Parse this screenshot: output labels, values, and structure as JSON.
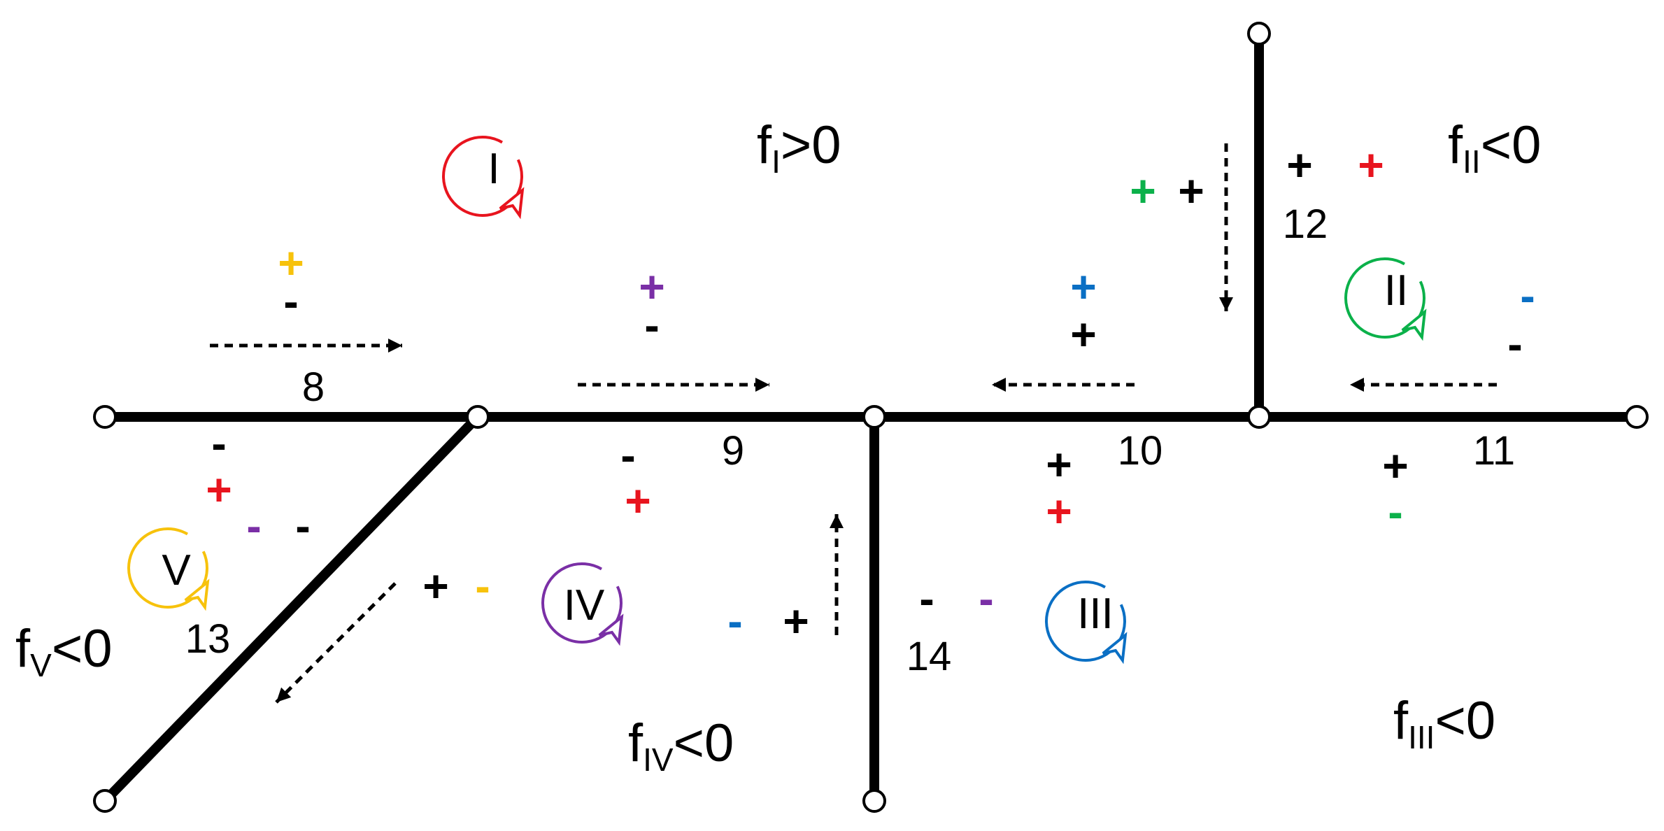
{
  "colors": {
    "black": "#000000",
    "red": "#e8141e",
    "green": "#0bb14a",
    "blue": "#0a6fc4",
    "purple": "#7a2fa6",
    "yellow": "#f7c20c"
  },
  "loops": [
    {
      "id": "I",
      "label": "I",
      "color": "red"
    },
    {
      "id": "II",
      "label": "II",
      "color": "green"
    },
    {
      "id": "III",
      "label": "III",
      "color": "blue"
    },
    {
      "id": "IV",
      "label": "IV",
      "color": "purple"
    },
    {
      "id": "V",
      "label": "V",
      "color": "yellow"
    }
  ],
  "regions": [
    {
      "id": "I",
      "f": "f",
      "sub": "I",
      "rel": ">0"
    },
    {
      "id": "II",
      "f": "f",
      "sub": "II",
      "rel": "<0"
    },
    {
      "id": "III",
      "f": "f",
      "sub": "III",
      "rel": "<0"
    },
    {
      "id": "IV",
      "f": "f",
      "sub": "IV",
      "rel": "<0"
    },
    {
      "id": "V",
      "f": "f",
      "sub": "V",
      "rel": "<0"
    }
  ],
  "edges": [
    {
      "id": "8",
      "label": "8"
    },
    {
      "id": "9",
      "label": "9"
    },
    {
      "id": "10",
      "label": "10"
    },
    {
      "id": "11",
      "label": "11"
    },
    {
      "id": "12",
      "label": "12"
    },
    {
      "id": "13",
      "label": "13"
    },
    {
      "id": "14",
      "label": "14"
    }
  ],
  "signs": [
    {
      "edge": "8",
      "text": "+",
      "color": "yellow"
    },
    {
      "edge": "8",
      "text": "-",
      "color": "black"
    },
    {
      "edge": "8",
      "text": "-",
      "color": "black"
    },
    {
      "edge": "8",
      "text": "+",
      "color": "red"
    },
    {
      "edge": "9",
      "text": "+",
      "color": "purple"
    },
    {
      "edge": "9",
      "text": "-",
      "color": "black"
    },
    {
      "edge": "9",
      "text": "-",
      "color": "black"
    },
    {
      "edge": "9",
      "text": "+",
      "color": "red"
    },
    {
      "edge": "10",
      "text": "+",
      "color": "blue"
    },
    {
      "edge": "10",
      "text": "+",
      "color": "black"
    },
    {
      "edge": "10",
      "text": "+",
      "color": "black"
    },
    {
      "edge": "10",
      "text": "+",
      "color": "red"
    },
    {
      "edge": "12",
      "text": "+",
      "color": "green"
    },
    {
      "edge": "12",
      "text": "+",
      "color": "black"
    },
    {
      "edge": "12",
      "text": "+",
      "color": "black"
    },
    {
      "edge": "12",
      "text": "+",
      "color": "red"
    },
    {
      "edge": "11",
      "text": "-",
      "color": "blue"
    },
    {
      "edge": "11",
      "text": "-",
      "color": "black"
    },
    {
      "edge": "11",
      "text": "+",
      "color": "black"
    },
    {
      "edge": "11",
      "text": "-",
      "color": "green"
    },
    {
      "edge": "13",
      "text": "-",
      "color": "purple"
    },
    {
      "edge": "13",
      "text": "-",
      "color": "black"
    },
    {
      "edge": "13",
      "text": "+",
      "color": "black"
    },
    {
      "edge": "13",
      "text": "-",
      "color": "yellow"
    },
    {
      "edge": "14",
      "text": "-",
      "color": "blue"
    },
    {
      "edge": "14",
      "text": "+",
      "color": "black"
    },
    {
      "edge": "14",
      "text": "-",
      "color": "black"
    },
    {
      "edge": "14",
      "text": "-",
      "color": "purple"
    }
  ]
}
